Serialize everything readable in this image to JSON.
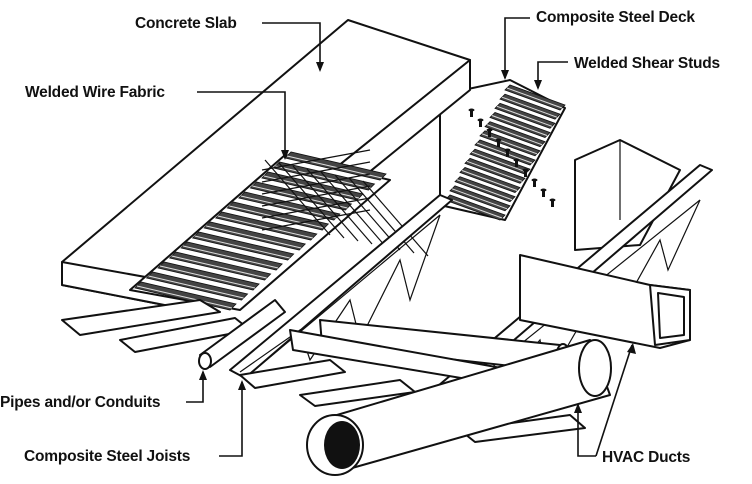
{
  "labels": {
    "concrete_slab": "Concrete Slab",
    "composite_steel_deck": "Composite Steel Deck",
    "welded_shear_studs": "Welded Shear Studs",
    "welded_wire_fabric": "Welded Wire Fabric",
    "pipes_conduits": "Pipes and/or Conduits",
    "composite_steel_joists": "Composite Steel Joists",
    "hvac_ducts": "HVAC Ducts"
  }
}
